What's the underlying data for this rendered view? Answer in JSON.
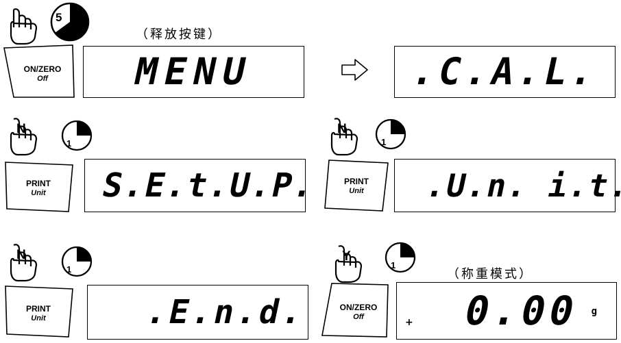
{
  "steps": [
    {
      "button": {
        "main": "ON/ZERO",
        "sub": "Off"
      },
      "hand_label": "",
      "timer": "5",
      "caption": "（释放按键）",
      "display": "MENU",
      "next_display": ".C.A.L."
    },
    {
      "button": {
        "main": "PRINT",
        "sub": "Unit"
      },
      "hand_label": "N",
      "timer": "1",
      "display": "S.E.t.U.P."
    },
    {
      "button": {
        "main": "PRINT",
        "sub": "Unit"
      },
      "hand_label": "N",
      "timer": "1",
      "display": ".U.n. i.t."
    },
    {
      "button": {
        "main": "PRINT",
        "sub": "Unit"
      },
      "hand_label": "N",
      "timer": "1",
      "display": ".E.n.d."
    },
    {
      "button": {
        "main": "ON/ZERO",
        "sub": "Off"
      },
      "hand_label": "Y",
      "timer": "1",
      "caption": "（称重模式）",
      "display": "0.00",
      "unit": "g"
    }
  ],
  "arrow_icon": "right-hollow-arrow-icon"
}
